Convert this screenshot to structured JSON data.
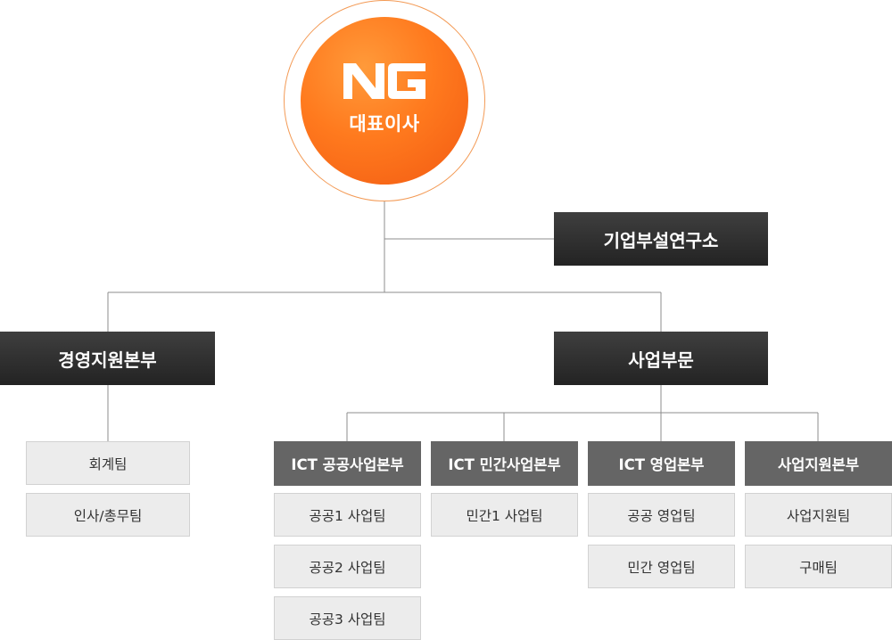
{
  "ceo": {
    "logo_text": "NG",
    "title": "대표이사",
    "colors": {
      "gradient_start": "#ff9a3a",
      "gradient_end": "#f25a12",
      "ring": "#f39a55"
    }
  },
  "research_lab": {
    "label": "기업부설연구소"
  },
  "management": {
    "label": "경영지원본부",
    "teams": [
      "회계팀",
      "인사/총무팀"
    ]
  },
  "business": {
    "label": "사업부문",
    "divisions": [
      {
        "label": "ICT 공공사업본부",
        "teams": [
          "공공1 사업팀",
          "공공2 사업팀",
          "공공3 사업팀"
        ]
      },
      {
        "label": "ICT 민간사업본부",
        "teams": [
          "민간1 사업팀"
        ]
      },
      {
        "label": "ICT 영업본부",
        "teams": [
          "공공 영업팀",
          "민간 영업팀"
        ]
      },
      {
        "label": "사업지원본부",
        "teams": [
          "사업지원팀",
          "구매팀"
        ]
      }
    ]
  },
  "colors": {
    "dark_box": "#2b2b2b",
    "division_box": "#656565",
    "team_box": "#ececec",
    "connector": "#8c8c8c"
  }
}
